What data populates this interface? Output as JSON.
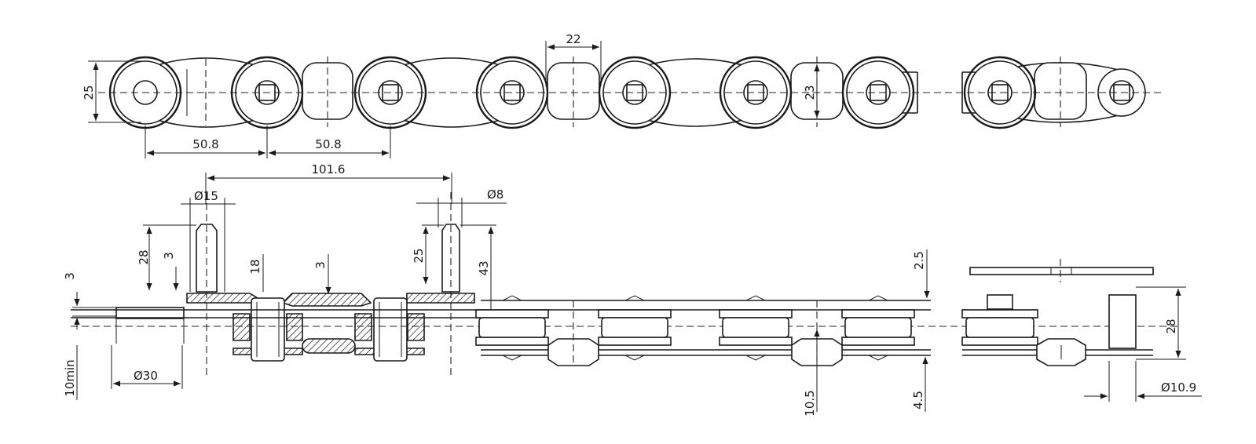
{
  "dimensions": {
    "plate_height": "25",
    "pitch_left": "50.8",
    "pitch_right": "50.8",
    "roller_width_top": "22",
    "roller_height": "23",
    "double_pitch": "101.6",
    "pin_dia_large": "Ø15",
    "pin_dia_small": "Ø8",
    "pin_len_28": "28",
    "chamfer_3a": "3",
    "chamfer_3b": "3",
    "chamfer_3c": "3",
    "width_18": "18",
    "pin_len_25": "25",
    "height_43": "43",
    "thick_2_5": "2.5",
    "side_28": "28",
    "dia_30": "Ø30",
    "min_10": "10min",
    "h_10_5": "10.5",
    "h_4_5": "4.5",
    "dia_10_9": "Ø10.9"
  },
  "colors": {
    "line": "#1a1a1a",
    "background": "#ffffff"
  }
}
